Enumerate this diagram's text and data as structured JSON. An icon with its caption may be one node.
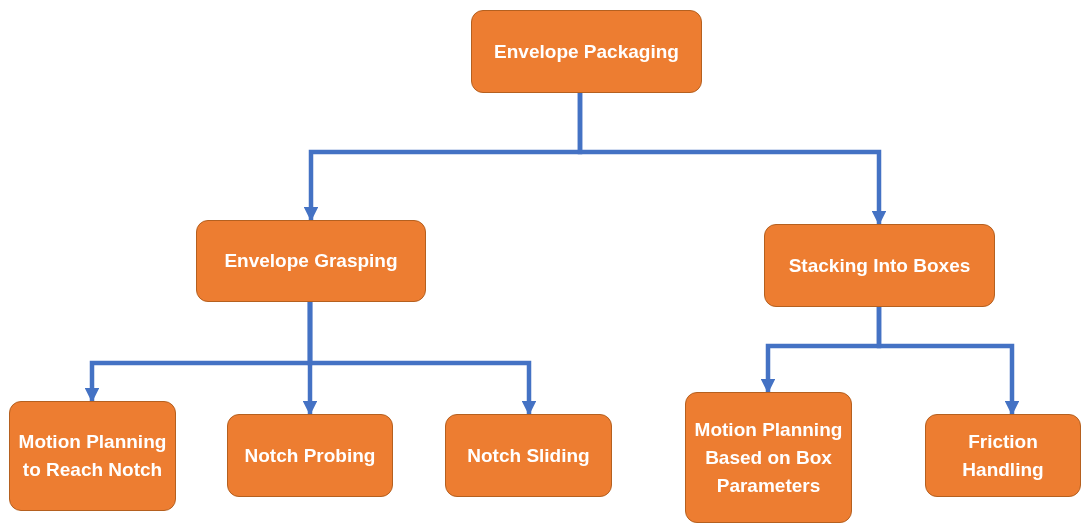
{
  "diagram": {
    "nodes": [
      {
        "text": [
          "Envelope Packaging"
        ]
      },
      {
        "text": [
          "Envelope Grasping"
        ]
      },
      {
        "text": [
          "Stacking Into Boxes"
        ]
      },
      {
        "text": [
          "Motion Planning to Reach Notch"
        ]
      },
      {
        "text": [
          "Notch Probing"
        ]
      },
      {
        "text": [
          "Notch Sliding"
        ]
      },
      {
        "text": [
          "Motion Planning Based on Box Parameters"
        ]
      },
      {
        "text": [
          "Friction Handling"
        ]
      }
    ],
    "edges": [
      {
        "from": 0,
        "to": 1,
        "arrow": "to"
      },
      {
        "from": 0,
        "to": 2,
        "arrow": "to"
      },
      {
        "from": 1,
        "to": 3,
        "arrow": "to"
      },
      {
        "from": 1,
        "to": 4,
        "arrow": "to"
      },
      {
        "from": 1,
        "to": 5,
        "arrow": "to"
      },
      {
        "from": 2,
        "to": 6,
        "arrow": "to"
      },
      {
        "from": 2,
        "to": 7,
        "arrow": "to"
      }
    ]
  }
}
